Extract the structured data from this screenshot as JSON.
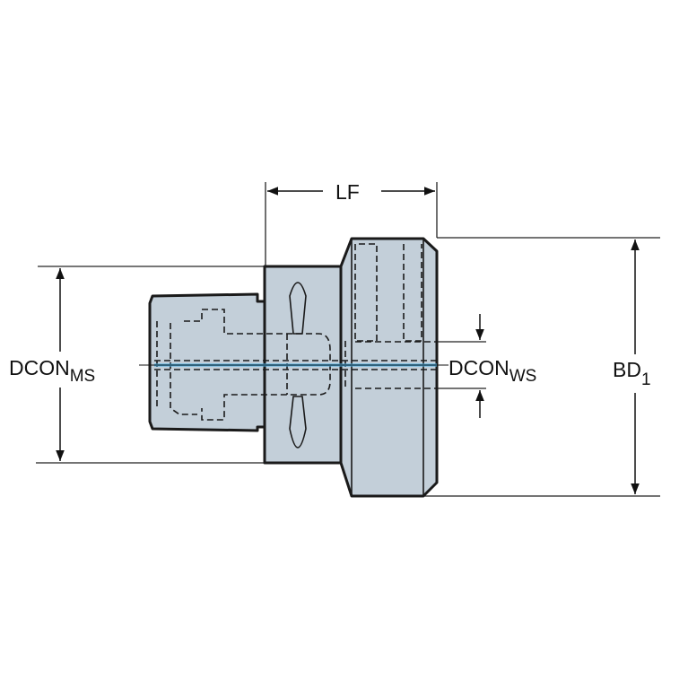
{
  "labels": {
    "lf": "LF",
    "dcon_ms": "DCON",
    "dcon_ms_sub": "MS",
    "dcon_ws": "DCON",
    "dcon_ws_sub": "WS",
    "bd": "BD",
    "bd_sub": "1"
  },
  "colors": {
    "body": "#c3cfd9",
    "outline": "#1a1a1a",
    "coolant": "#4fb3e8"
  }
}
